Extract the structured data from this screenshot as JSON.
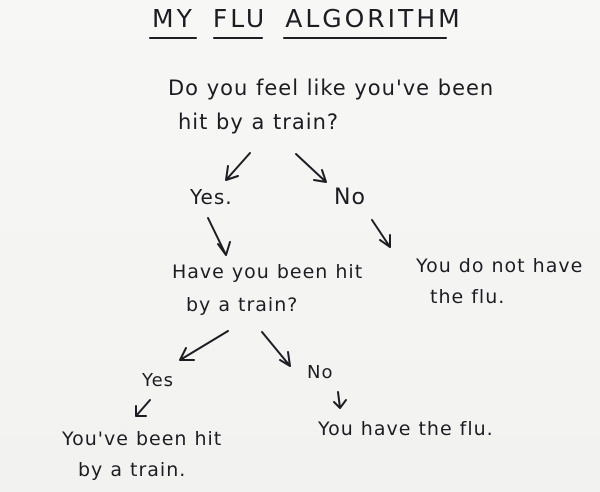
{
  "title": {
    "word1": "MY",
    "word2": "FLU",
    "word3": "ALGORITHM"
  },
  "question1": {
    "line1": "Do you feel like you've been",
    "line2": "hit by a train?"
  },
  "question1_yes": "Yes.",
  "question1_no": "No",
  "question2": {
    "line1": "Have you been hit",
    "line2": "by a train?"
  },
  "answer_no_flu": {
    "line1": "You do not have",
    "line2": "the flu."
  },
  "question2_yes": "Yes",
  "question2_no": "No",
  "answer_flu": "You have the flu.",
  "answer_train": {
    "line1": "You've been hit",
    "line2": "by a train."
  }
}
